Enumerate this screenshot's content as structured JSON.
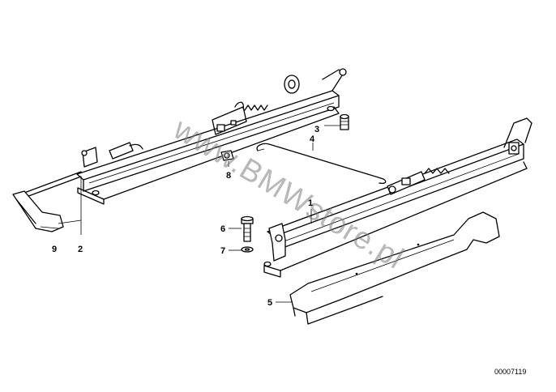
{
  "diagram": {
    "callouts": [
      "1",
      "2",
      "3",
      "4",
      "5",
      "6",
      "7",
      "8",
      "9"
    ],
    "diagram_number": "00007119",
    "watermark": "www.BMWstore.pl"
  }
}
